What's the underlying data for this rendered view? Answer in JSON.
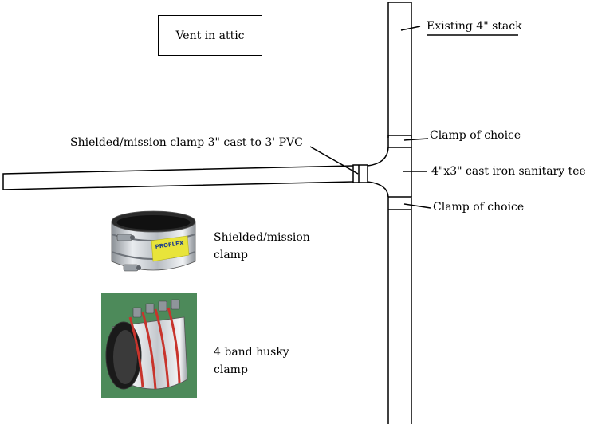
{
  "labels": {
    "vent_in_attic": "Vent in attic",
    "existing_stack": "Existing 4\" stack",
    "clamp_top": "Clamp of choice",
    "tee": "4\"x3\" cast iron sanitary tee",
    "clamp_bottom": "Clamp of choice",
    "shielded_clamp_callout": "Shielded/mission clamp 3\" cast to 3' PVC",
    "shielded_caption_line1": "Shielded/mission",
    "shielded_caption_line2": "clamp",
    "husky_caption_line1": "4 band husky",
    "husky_caption_line2": "clamp"
  },
  "photos": {
    "shielded_clamp": {
      "brand_text": "PROFLEX"
    }
  },
  "colors": {
    "line": "#000000",
    "background": "#ffffff",
    "clamp_label_yellow": "#e8e43a",
    "husky_band_red": "#c8342c",
    "photo_bg_green": "#4d8a5a"
  }
}
